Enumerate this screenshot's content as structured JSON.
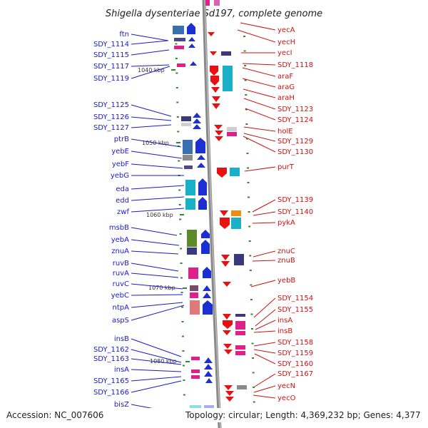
{
  "title": "Shigella dysenteriae Sd197, complete genome",
  "accession": "Accession: NC_007606",
  "topology": "Topology: circular; Length: 4,369,232 bp; Genes: 4,377",
  "colors": {
    "left_label": "#1a1acc",
    "right_label": "#cc1111",
    "backbone": "#8a8a8a",
    "tick": "#2e8b2e"
  },
  "kbp_marks": [
    {
      "label": "1040 kbp"
    },
    {
      "label": "1050 kbp"
    },
    {
      "label": "1060 kbp"
    },
    {
      "label": "1070 kbp"
    },
    {
      "label": "1080 kbp"
    }
  ],
  "left_genes": [
    "ftn",
    "SDY_1114",
    "SDY_1115",
    "SDY_1117",
    "SDY_1119",
    "SDY_1125",
    "SDY_1126",
    "SDY_1127",
    "ptrB",
    "yebE",
    "yebF",
    "yebG",
    "eda",
    "edd",
    "zwf",
    "msbB",
    "yebA",
    "znuA",
    "ruvB",
    "ruvA",
    "ruvC",
    "yebC",
    "ntpA",
    "aspS",
    "insB",
    "SDY_1162",
    "SDY_1163",
    "insA",
    "SDY_1165",
    "SDY_1166",
    "bisZ"
  ],
  "right_genes": [
    "yecA",
    "yecH",
    "yecI",
    "SDY_1118",
    "araF",
    "araG",
    "araH",
    "SDY_1123",
    "SDY_1124",
    "holE",
    "SDY_1129",
    "SDY_1130",
    "purT",
    "SDY_1139",
    "SDY_1140",
    "pykA",
    "znuC",
    "znuB",
    "yebB",
    "SDY_1154",
    "SDY_1155",
    "insA",
    "insB",
    "SDY_1158",
    "SDY_1159",
    "SDY_1160",
    "SDY_1167",
    "yecN",
    "yecO"
  ]
}
